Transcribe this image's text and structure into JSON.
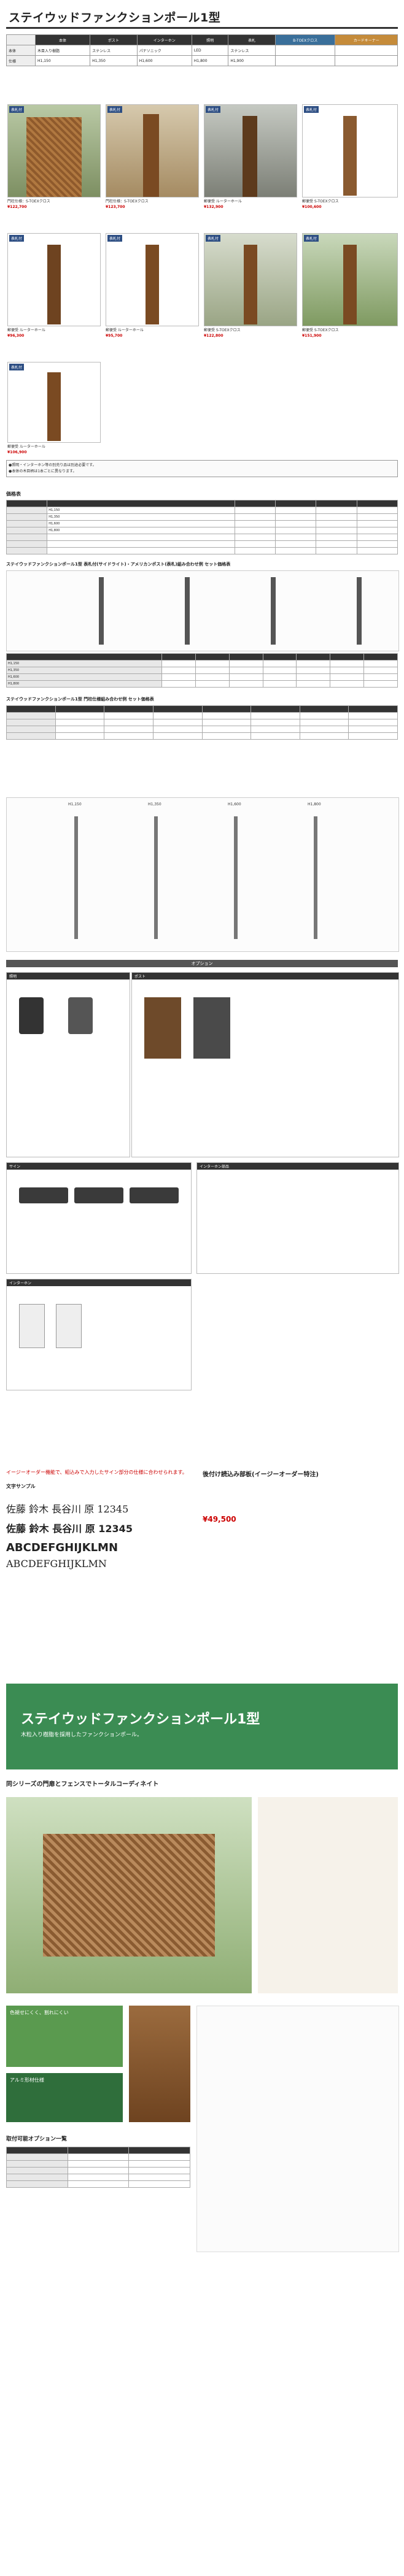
{
  "title": "ステイウッドファンクションポール1型",
  "spec": {
    "headers": [
      "本体",
      "ポスト",
      "インターホン",
      "照明",
      "表札"
    ],
    "rows": [
      {
        "label": "本体",
        "values": [
          "木目入り樹脂",
          "ステンレス",
          "パナソニック",
          "LED",
          "ステンレス"
        ]
      },
      {
        "label": "仕様",
        "values": [
          "H1,150",
          "H1,350",
          "H1,600",
          "H1,800",
          "H1,900"
        ]
      }
    ],
    "badges": [
      "B-TOEXクロス",
      "カードキーナー"
    ]
  },
  "products": [
    {
      "tag": "表札付",
      "caption": "門柱仕様：S-TOEXクロス",
      "price": "¥122,700"
    },
    {
      "tag": "表札付",
      "caption": "門柱仕様：S-TOEXクロス",
      "price": "¥123,700"
    },
    {
      "tag": "表札付",
      "caption": "郵便受 ルーターホール",
      "price": "¥132,900"
    },
    {
      "tag": "表札付",
      "caption": "郵便受 S-TOEXクロス",
      "price": "¥100,600"
    },
    {
      "tag": "表札付",
      "caption": "郵便受 ルーターホール",
      "price": "¥96,300"
    },
    {
      "tag": "表札付",
      "caption": "郵便受 ルーターホール",
      "price": "¥95,700"
    },
    {
      "tag": "表札付",
      "caption": "郵便受 S-TOEXクロス",
      "price": "¥122,800"
    },
    {
      "tag": "表札付",
      "caption": "郵便受 S-TOEXクロス",
      "price": "¥151,900"
    },
    {
      "tag": "表札付",
      "caption": "郵便受 ルーターホール",
      "price": "¥106,900"
    }
  ],
  "notes": [
    "●照明・インターホン等の別売り品は別途必要です。",
    "●本体の木目柄は1本ごとに異なります。"
  ],
  "price_section": "価格表",
  "combo_section_1": "ステイウッドファンクションポール1型 表札付(サイドライト)・アメリカンポスト(表札)組み合わせ例 セット価格表",
  "combo_section_2": "ステイウッドファンクションポール1型 門柱仕様組み合わせ例 セット価格表",
  "heights": [
    "H1,150",
    "H1,350",
    "H1,600",
    "H1,800"
  ],
  "options_bar": "オプション",
  "options": {
    "light": "照明",
    "post": "ポスト",
    "intercom": "インターホン",
    "sign": "サイン",
    "mount": "インターホン部品"
  },
  "font_section": {
    "heading": "文字サンプル",
    "lead": "イージーオーダー機能で、組込みで入力したサイン部分の仕様に合わせられます。",
    "sample_jp": "佐藤 鈴木 長谷川 原 12345",
    "sample_jp2": "佐藤 鈴木 長谷川 原 12345",
    "sample_en": "ABCDEFGHIJKLMN",
    "sample_en2": "ABCDEFGHIJKLMN"
  },
  "easy_order": {
    "heading": "後付け読込み部板(イージーオーダー特注)",
    "price": "¥49,500"
  },
  "banner": {
    "title": "ステイウッドファンクションポール1型",
    "subtitle": "木粒入り樹脂を採用したファンクションポール。"
  },
  "lower": {
    "heading1": "同シリーズの門扉とフェンスでトータルコーディネイト",
    "box1": "色褪せにくく、割れにくい",
    "box2": "アルミ形材仕様",
    "table_heading": "取付可能オプション一覧"
  }
}
